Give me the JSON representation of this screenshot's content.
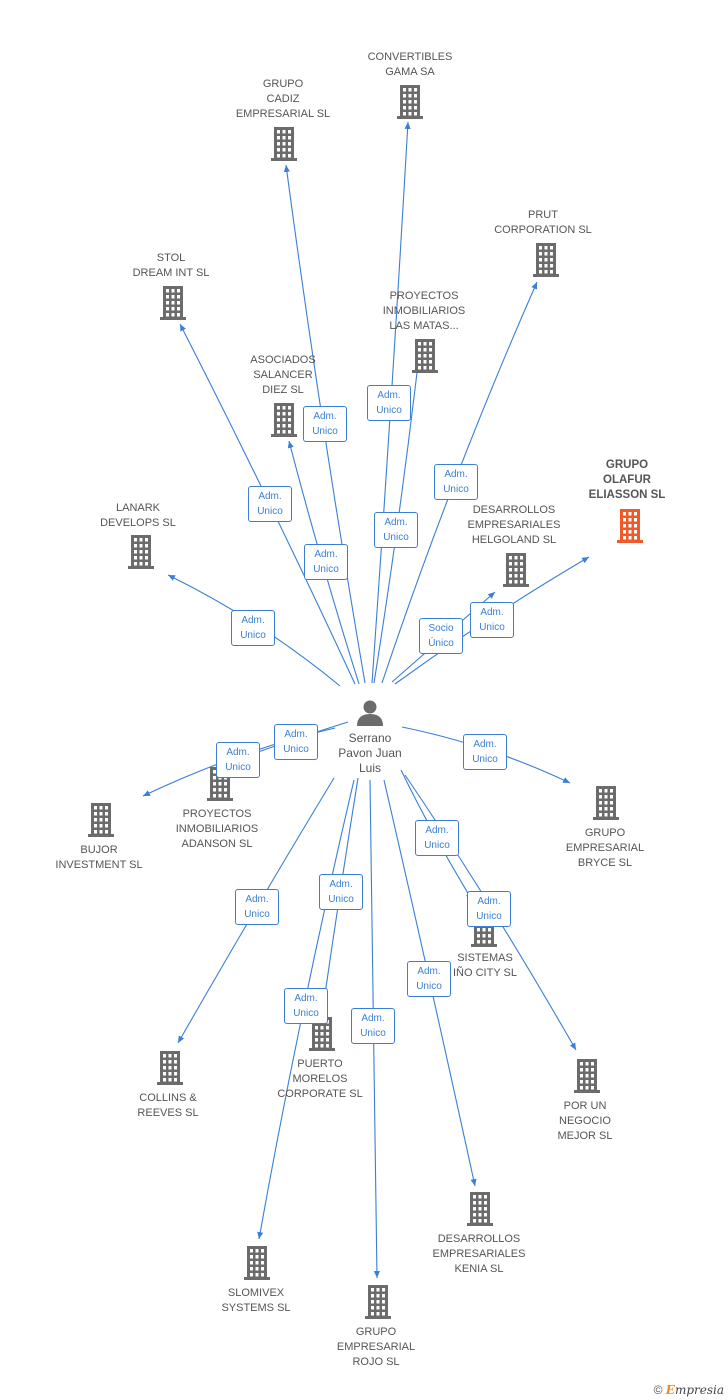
{
  "center": {
    "name": "Serrano\nPavon Juan\nLuis",
    "icon": "person-icon"
  },
  "nodes": [
    {
      "id": "convertibles",
      "label": "CONVERTIBLES\nGAMA SA"
    },
    {
      "id": "cadiz",
      "label": "GRUPO\nCADIZ\nEMPRESARIAL SL"
    },
    {
      "id": "prut",
      "label": "PRUT\nCORPORATION SL"
    },
    {
      "id": "stol",
      "label": "STOL\nDREAM INT SL"
    },
    {
      "id": "proyectos_matas",
      "label": "PROYECTOS\nINMOBILIARIOS\nLAS MATAS..."
    },
    {
      "id": "asociados",
      "label": "ASOCIADOS\nSALANCER\nDIEZ SL"
    },
    {
      "id": "olafur",
      "label": "GRUPO\nOLAFUR\nELIASSON SL",
      "highlight": true
    },
    {
      "id": "lanark",
      "label": "LANARK\nDEVELOPS SL"
    },
    {
      "id": "helgoland",
      "label": "DESARROLLOS\nEMPRESARIALES\nHELGOLAND SL"
    },
    {
      "id": "bujor",
      "label": "BUJOR\nINVESTMENT SL"
    },
    {
      "id": "adanson",
      "label": "PROYECTOS\nINMOBILIARIOS\nADANSON SL"
    },
    {
      "id": "bryce",
      "label": "GRUPO\nEMPRESARIAL\nBRYCE SL"
    },
    {
      "id": "sistemas",
      "label": "SISTEMAS\nIÑO CITY SL"
    },
    {
      "id": "collins",
      "label": "COLLINS &\nREEVES SL"
    },
    {
      "id": "puerto",
      "label": "PUERTO\nMORELOS\nCORPORATE SL"
    },
    {
      "id": "negocio",
      "label": "POR UN\nNEGOCIO\nMEJOR SL"
    },
    {
      "id": "kenia",
      "label": "DESARROLLOS\nEMPRESARIALES\nKENIA SL"
    },
    {
      "id": "slomivex",
      "label": "SLOMIVEX\nSYSTEMS SL"
    },
    {
      "id": "rojo",
      "label": "GRUPO\nEMPRESARIAL\nROJO SL"
    }
  ],
  "edges": [
    {
      "to": "convertibles",
      "label": "Adm.\nUnico"
    },
    {
      "to": "cadiz",
      "label": "Adm.\nUnico"
    },
    {
      "to": "prut",
      "label": "Adm.\nUnico"
    },
    {
      "to": "stol",
      "label": "Adm.\nUnico"
    },
    {
      "to": "proyectos_matas",
      "label": "Adm.\nUnico"
    },
    {
      "to": "asociados",
      "label": "Adm.\nUnico"
    },
    {
      "to": "olafur",
      "label": "Adm.\nUnico"
    },
    {
      "to": "lanark",
      "label": "Adm.\nUnico"
    },
    {
      "to": "helgoland",
      "label": "Socio\nÚnico"
    },
    {
      "to": "bujor",
      "label": "Adm.\nUnico"
    },
    {
      "to": "adanson",
      "label": "Adm.\nUnico"
    },
    {
      "to": "bryce",
      "label": "Adm.\nUnico"
    },
    {
      "to": "sistemas",
      "label": "Adm.\nUnico"
    },
    {
      "to": "collins",
      "label": "Adm.\nUnico"
    },
    {
      "to": "puerto",
      "label": "Adm.\nUnico"
    },
    {
      "to": "negocio",
      "label": "Adm.\nUnico"
    },
    {
      "to": "kenia",
      "label": "Adm.\nUnico"
    },
    {
      "to": "slomivex",
      "label": "Adm.\nUnico"
    },
    {
      "to": "rojo",
      "label": "Adm.\nUnico"
    }
  ],
  "colors": {
    "edge": "#3a7fd5",
    "building": "#6b6b6b",
    "highlight": "#f05a28",
    "person": "#6b6b6b"
  },
  "footer": {
    "copyright": "©",
    "brand_e": "E",
    "brand_rest": "mpresia"
  }
}
